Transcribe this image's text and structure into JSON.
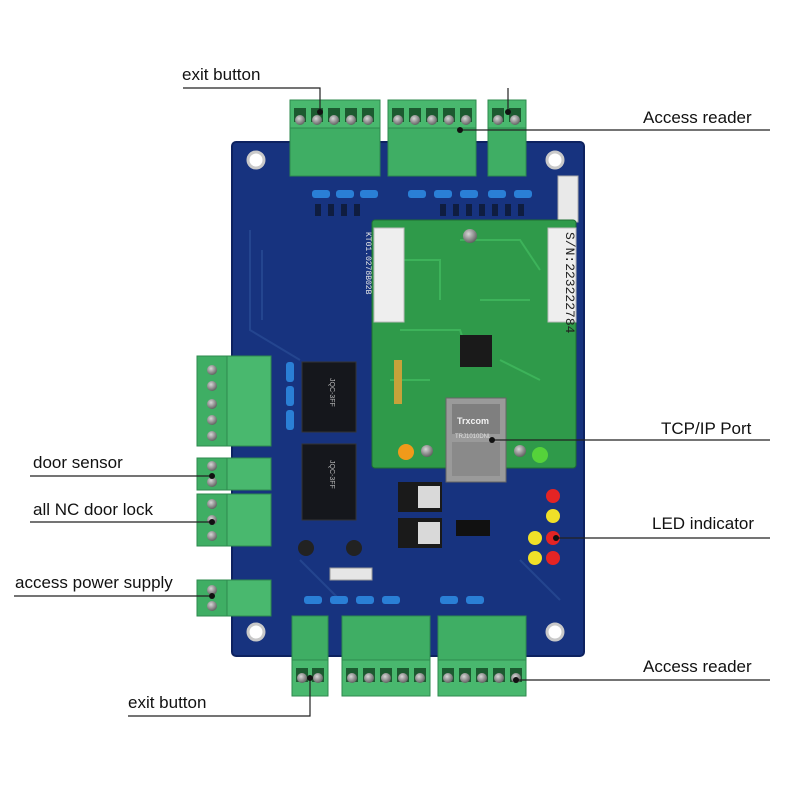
{
  "labels": {
    "exit_top": "exit button",
    "reader_top": "Access reader",
    "tcpip": "TCP/IP Port",
    "door_sensor": "door sensor",
    "nc_lock": "all NC door lock",
    "led": "LED indicator",
    "power": "access power supply",
    "reader_bottom": "Access reader",
    "exit_bottom": "exit button"
  },
  "board_text": {
    "serial": "S/N:223222784",
    "side_code": "KT01.0278B02B",
    "jack_brand": "Trxcom",
    "jack_model": "TRJ1010DNL"
  },
  "colors": {
    "board": "#17337f",
    "sub_board": "#2f9a4a",
    "terminal": "#49b86e",
    "line": "#222222"
  }
}
